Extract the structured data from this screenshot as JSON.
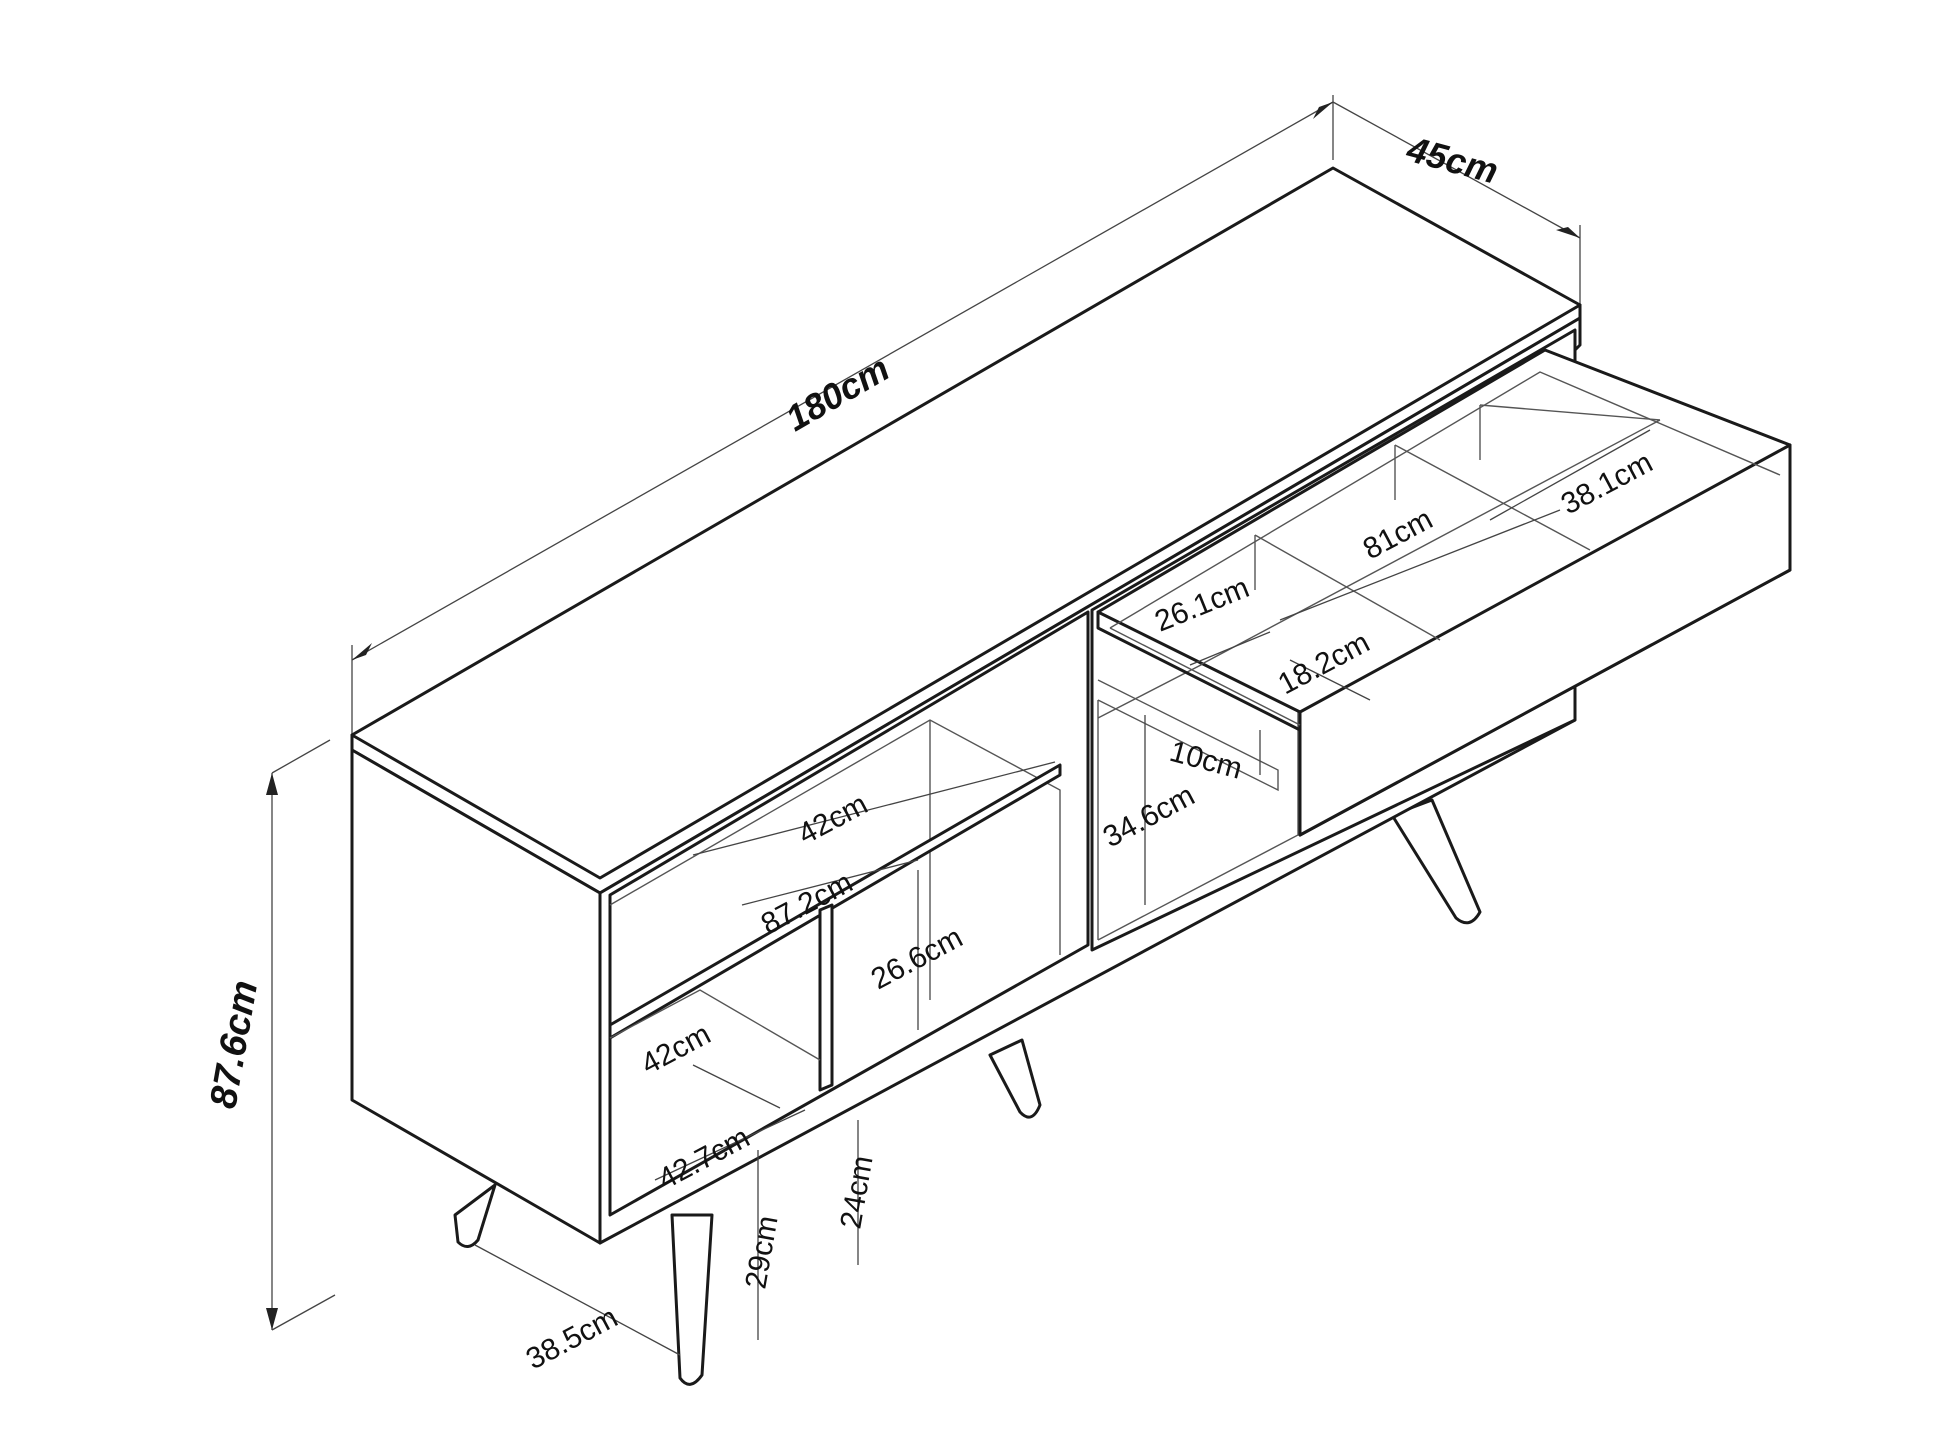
{
  "dimensions": {
    "width": "180cm",
    "depth": "45cm",
    "height": "87.6cm",
    "shelf_depth_upper": "42cm",
    "shelf_width": "87.2cm",
    "shelf_height_upper": "26.6cm",
    "shelf_depth_lower": "42cm",
    "shelf_width_lower": "42.7cm",
    "clearance_leg": "24cm",
    "leg_height": "29cm",
    "leg_spacing": "38.5cm",
    "drawer_depth": "26.1cm",
    "drawer_compartment": "18.2cm",
    "drawer_width": "81cm",
    "drawer_compartment_2": "38.1cm",
    "drawer_height": "10cm",
    "right_opening_height": "34.6cm"
  }
}
